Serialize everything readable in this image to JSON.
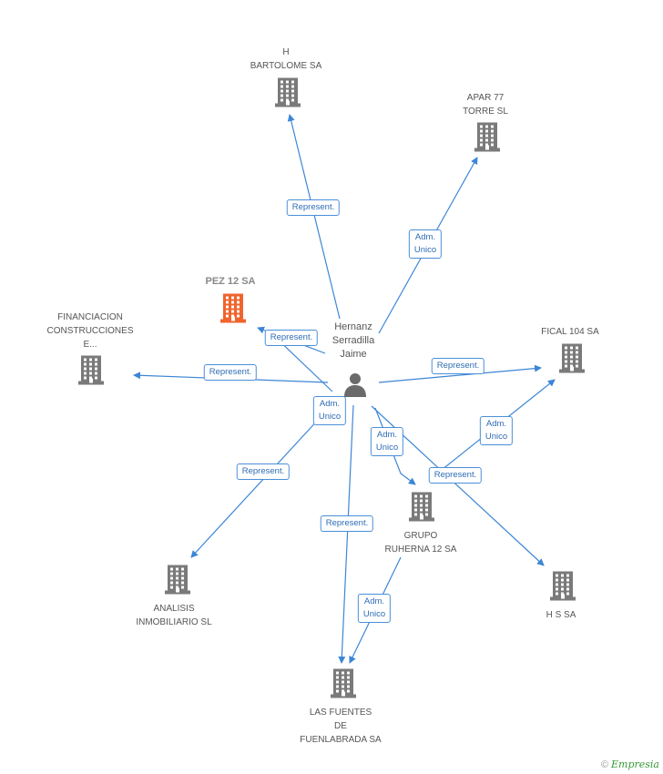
{
  "colors": {
    "edge": "#3d86d6",
    "building": "#7a7a7a",
    "focus": "#f0642d",
    "person": "#6a6a6a"
  },
  "person": {
    "name": "Hernanz\nSerradilla\nJaime",
    "icon": "person-icon"
  },
  "nodes": [
    {
      "id": "h-bartolome",
      "label": "H\nBARTOLOME SA",
      "icon": "building-icon"
    },
    {
      "id": "apar77",
      "label": "APAR 77\nTORRE SL",
      "icon": "building-icon"
    },
    {
      "id": "pez12",
      "label": "PEZ 12 SA",
      "icon": "building-icon",
      "focus": true
    },
    {
      "id": "financiacion",
      "label": "FINANCIACION\nCONSTRUCCIONES\nE...",
      "icon": "building-icon"
    },
    {
      "id": "fical104",
      "label": "FICAL 104 SA",
      "icon": "building-icon"
    },
    {
      "id": "grupo-ruherna",
      "label": "GRUPO\nRUHERNA 12 SA",
      "icon": "building-icon"
    },
    {
      "id": "analisis",
      "label": "ANALISIS\nINMOBILIARIO SL",
      "icon": "building-icon"
    },
    {
      "id": "hs",
      "label": "H S SA",
      "icon": "building-icon"
    },
    {
      "id": "las-fuentes",
      "label": "LAS FUENTES\nDE\nFUENLABRADA SA",
      "icon": "building-icon"
    }
  ],
  "edges": [
    {
      "id": "e1",
      "label": "Represent."
    },
    {
      "id": "e2",
      "label": "Adm.\nUnico"
    },
    {
      "id": "e3",
      "label": "Represent."
    },
    {
      "id": "e4",
      "label": "Represent."
    },
    {
      "id": "e5",
      "label": "Adm.\nUnico"
    },
    {
      "id": "e6",
      "label": "Represent."
    },
    {
      "id": "e7",
      "label": "Adm.\nUnico"
    },
    {
      "id": "e8",
      "label": "Adm.\nUnico"
    },
    {
      "id": "e9",
      "label": "Represent."
    },
    {
      "id": "e10",
      "label": "Represent."
    },
    {
      "id": "e11",
      "label": "Represent."
    },
    {
      "id": "e12",
      "label": "Adm.\nUnico"
    }
  ],
  "footer": {
    "copyright": "©",
    "brand": "Empresia"
  }
}
